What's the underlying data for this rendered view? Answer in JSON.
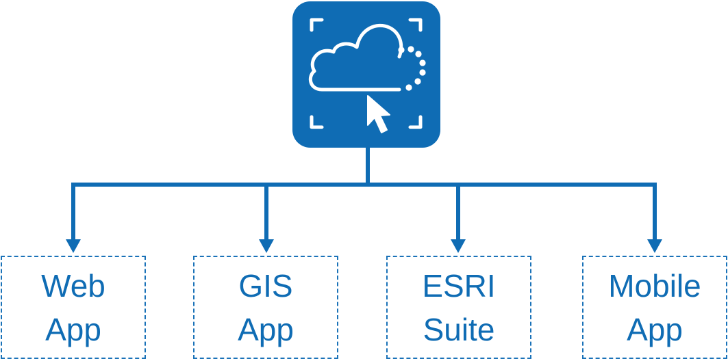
{
  "colors": {
    "primary": "#0f6cb4",
    "icon_fg": "#ffffff",
    "background": "#ffffff"
  },
  "hub": {
    "icon": "cloud-cursor-icon"
  },
  "targets": [
    {
      "line1": "Web",
      "line2": "App"
    },
    {
      "line1": "GIS",
      "line2": "App"
    },
    {
      "line1": "ESRI",
      "line2": "Suite"
    },
    {
      "line1": "Mobile",
      "line2": "App"
    }
  ]
}
